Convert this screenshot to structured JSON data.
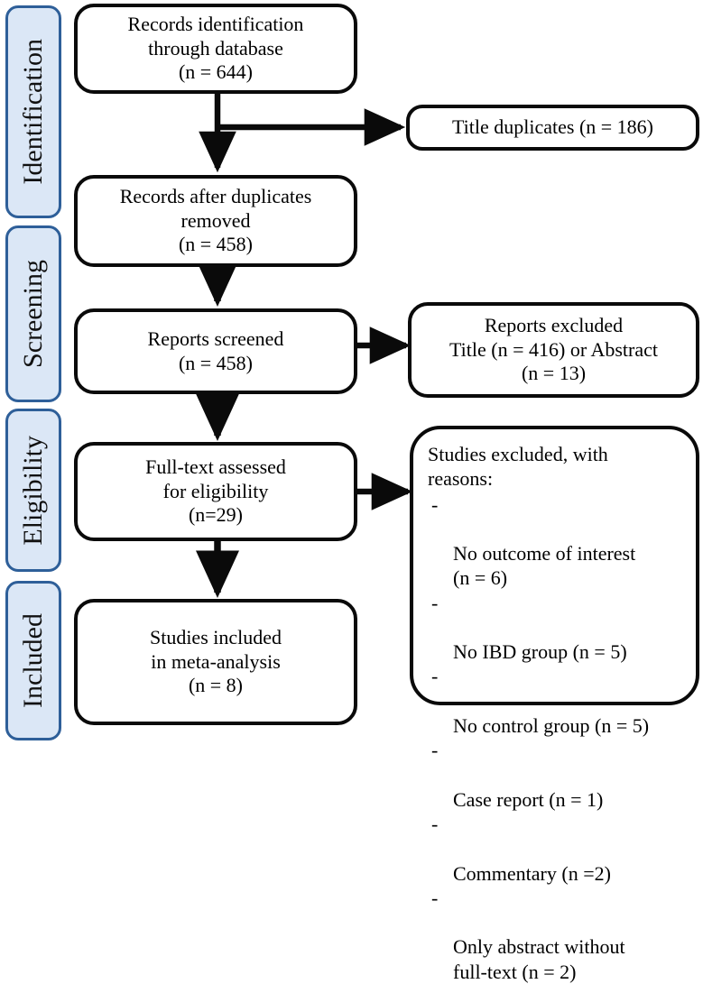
{
  "diagram": {
    "type": "prisma-flow-diagram",
    "title": "PRISMA study selection flow diagram",
    "stage_fill_color": "#dbe7f6",
    "stage_border_color": "#2e5f99",
    "node_border_color": "#0a0a0a",
    "background_color": "#ffffff"
  },
  "stages": [
    {
      "id": "identification",
      "label": "Identification"
    },
    {
      "id": "screening",
      "label": "Screening"
    },
    {
      "id": "eligibility",
      "label": "Eligibility"
    },
    {
      "id": "included",
      "label": "Included"
    }
  ],
  "nodes": {
    "records_identified": {
      "text": "Records identification\nthrough database\n(n = 644)",
      "count": 644
    },
    "title_duplicates": {
      "text": "Title duplicates (n = 186)",
      "count": 186
    },
    "records_after_duplicates": {
      "text": "Records after duplicates\nremoved\n(n = 458)",
      "count": 458
    },
    "reports_screened": {
      "text": "Reports screened\n(n = 458)",
      "count": 458
    },
    "reports_excluded": {
      "text": "Reports excluded\nTitle (n = 416) or Abstract\n(n = 13)",
      "title_excluded": 416,
      "abstract_excluded": 13
    },
    "fulltext_assessed": {
      "text": "Full-text assessed\nfor eligibility\n(n=29)",
      "count": 29
    },
    "studies_excluded": {
      "heading": "Studies excluded, with\nreasons:",
      "reasons": [
        {
          "text": "No outcome of interest\n(n = 6)",
          "count": 6
        },
        {
          "text": "No IBD group (n = 5)",
          "count": 5
        },
        {
          "text": "No control group (n = 5)",
          "count": 5
        },
        {
          "text": "Case report (n = 1)",
          "count": 1
        },
        {
          "text": "Commentary (n =2)",
          "count": 2
        },
        {
          "text": "Only abstract without\nfull-text (n = 2)",
          "count": 2
        }
      ],
      "bullet_marker": "-"
    },
    "studies_included": {
      "text": "Studies included\nin meta-analysis\n(n = 8)",
      "count": 8
    }
  }
}
